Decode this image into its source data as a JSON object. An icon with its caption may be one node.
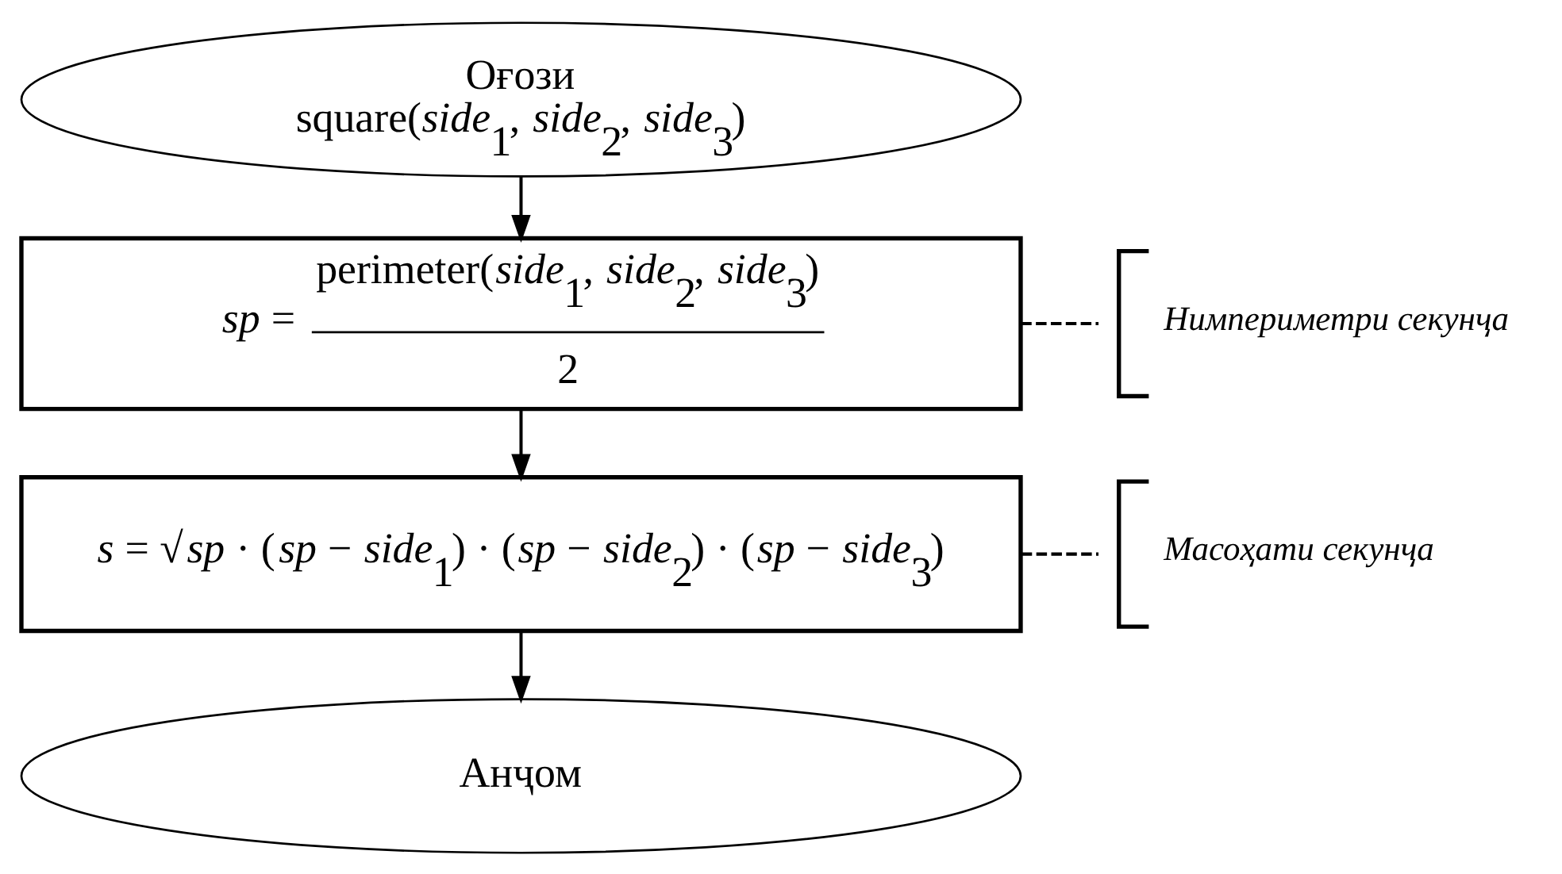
{
  "diagram": {
    "nodes": [
      {
        "text": [
          "Оғози",
          "square(*side*$_{1}$, *side*$_{2}$, *side*$_{3}$)"
        ]
      },
      {
        "text": [
          "*sp* =",
          "perimeter(*side*$_{1}$, *side*$_{2}$, *side*$_{3}$)",
          "2"
        ]
      },
      {
        "text": [
          "*s* = √*sp* · (*sp* − *side*$_{1}$) · (*sp* − *side*$_{2}$) · (*sp* − *side*$_{3}$)"
        ]
      },
      {
        "text": [
          "Анҷом"
        ]
      },
      {
        "text": [
          "Нимпериметри секунҷа"
        ]
      },
      {
        "text": [
          "Масоҳати секунҷа"
        ]
      }
    ],
    "edges": [
      {
        "from": 0,
        "to": 1,
        "arrow": "to"
      },
      {
        "from": 1,
        "to": 2,
        "arrow": "to"
      },
      {
        "from": 2,
        "to": 3,
        "arrow": "to"
      },
      {
        "from": 1,
        "to": 4,
        "arrow": "none",
        "style": "dashed"
      },
      {
        "from": 2,
        "to": 5,
        "arrow": "none",
        "style": "dashed"
      }
    ]
  }
}
